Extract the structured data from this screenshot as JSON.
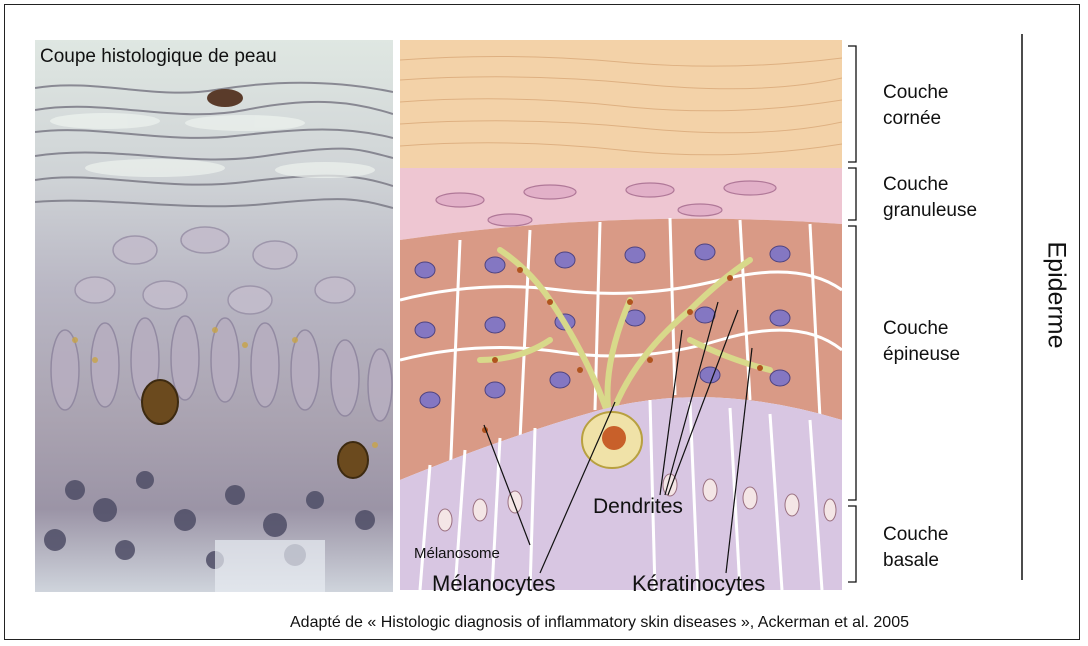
{
  "photo": {
    "title": "Coupe histologique de peau"
  },
  "layers": [
    {
      "name": "Couche\ncornée"
    },
    {
      "name": "Couche\ngranuleuse"
    },
    {
      "name": "Couche\népineuse"
    },
    {
      "name": "Couche\nbasale"
    }
  ],
  "group_label": "Epiderme",
  "callouts": {
    "dendrites": "Dendrites",
    "melanosome": "Mélanosome",
    "melanocytes": "Mélanocytes",
    "keratinocytes": "Kératinocytes"
  },
  "credit": "Adapté de « Histologic diagnosis of inflammatory skin diseases », Ackerman et al. 2005",
  "colors": {
    "stratum_corneum": "#f3d2a8",
    "stratum_granulosum": "#eec6d2",
    "spinous_cell": "#d99a86",
    "nucleus": "#8477c2",
    "dendrite": "#d8d98a",
    "basal_cell": "#d8c6e2",
    "melanin": "#b0541e"
  }
}
